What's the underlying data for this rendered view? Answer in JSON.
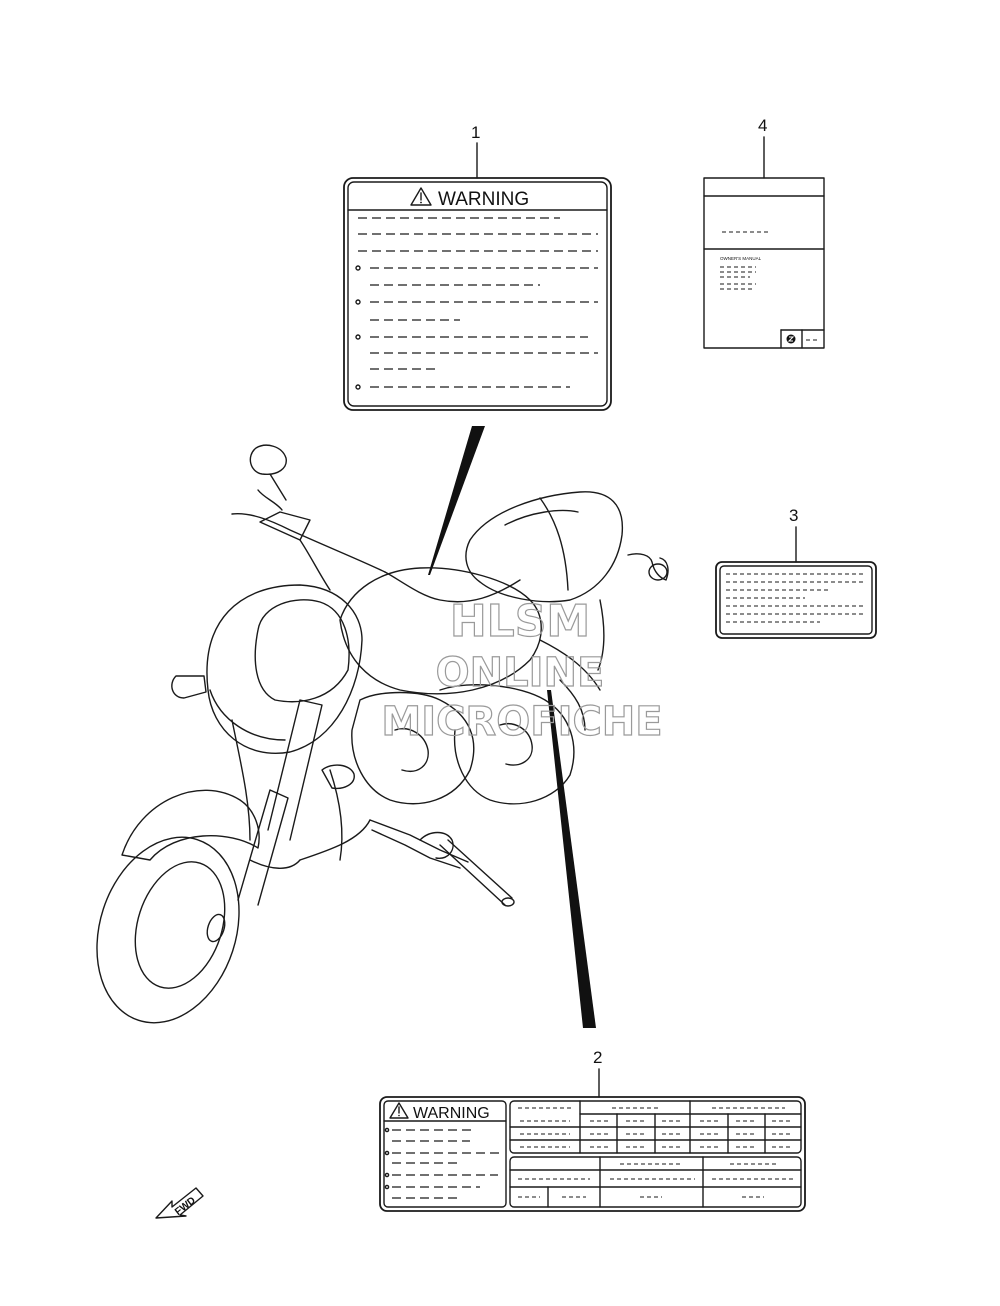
{
  "callouts": [
    {
      "id": "1",
      "label": "1"
    },
    {
      "id": "2",
      "label": "2"
    },
    {
      "id": "3",
      "label": "3"
    },
    {
      "id": "4",
      "label": "4"
    }
  ],
  "label_warning_1": {
    "heading": "WARNING"
  },
  "label_warning_2": {
    "heading": "WARNING"
  },
  "owners_manual": {
    "title": "OWNER'S MANUAL"
  },
  "watermark": {
    "line1": "HLSM",
    "line2": "ONLINE",
    "line3": "MICROFICHE"
  },
  "fwd_arrow": {
    "label": "FWD"
  },
  "colors": {
    "line": "#1a1a1a",
    "watermark": "#9a9a9a"
  }
}
